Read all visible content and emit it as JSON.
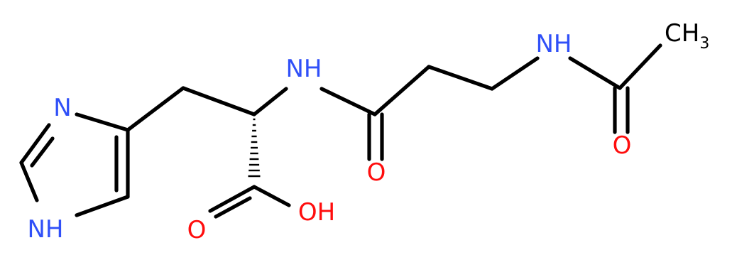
{
  "molecule": {
    "atoms": {
      "ring_n3": "N",
      "ring_nh": "NH",
      "amide_nh_1": "NH",
      "amide_nh_2": "NH",
      "carboxyl_o": "O",
      "carboxyl_oh": "OH",
      "amide_o_1": "O",
      "amide_o_2": "O",
      "methyl": "CH",
      "methyl_sub": "3"
    }
  },
  "colors": {
    "bond": "#000000",
    "nitrogen": "#3050F8",
    "oxygen": "#FF0D0D",
    "carbon": "#000000",
    "background": "#FFFFFF"
  }
}
